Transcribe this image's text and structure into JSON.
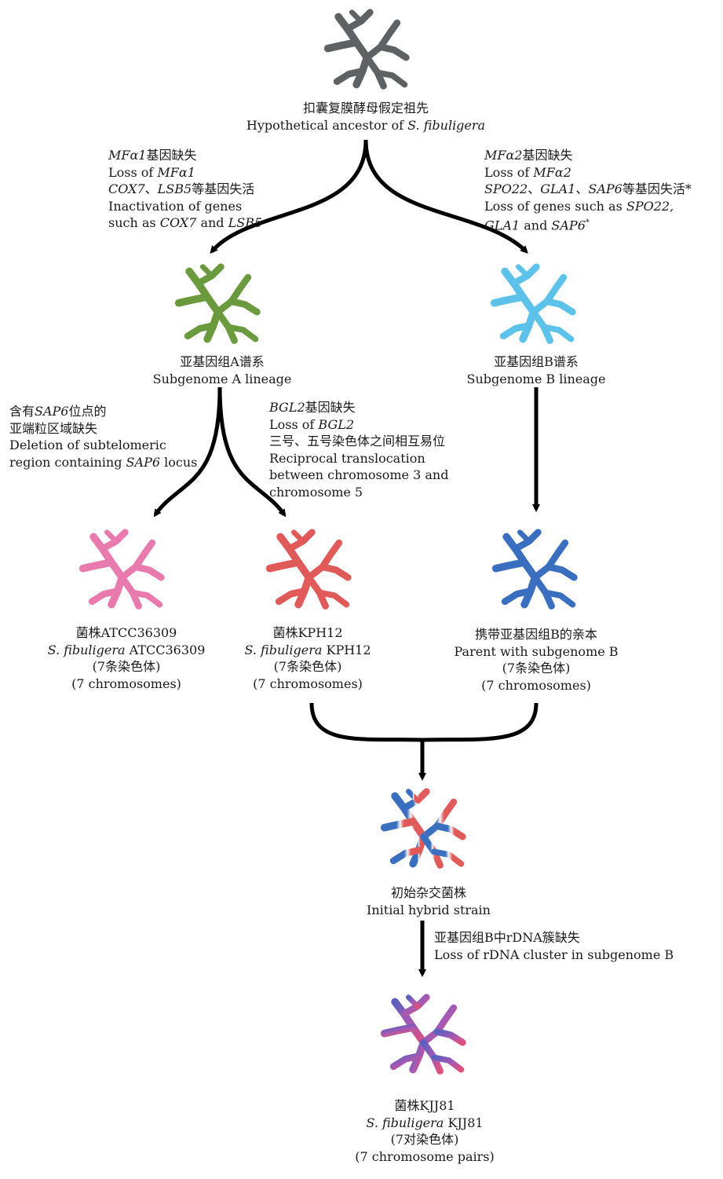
{
  "nodes": {
    "ancestor": {
      "zh": "扣囊复膜酵母假定祖先",
      "en_prefix": "Hypothetical ancestor of ",
      "en_italic": "S. fibuligera",
      "color": "#5f6264"
    },
    "sub_a": {
      "zh": "亚基因组A谱系",
      "en": "Subgenome A lineage",
      "color": "#6b9a3e"
    },
    "sub_b": {
      "zh": "亚基因组B谱系",
      "en": "Subgenome B lineage",
      "color": "#5cc2ea"
    },
    "atcc": {
      "zh": "菌株ATCC36309",
      "sci": "S. fibuligera",
      "strain": "ATCC36309",
      "chrom_zh": "(7条染色体)",
      "chrom_en": "(7 chromosomes)",
      "color": "#e87aae"
    },
    "kph12": {
      "zh": "菌株KPH12",
      "sci": "S. fibuligera",
      "strain": "KPH12",
      "chrom_zh": "(7条染色体)",
      "chrom_en": "(7 chromosomes)",
      "color": "#e05a5a"
    },
    "parent_b": {
      "zh": "携带亚基因组B的亲本",
      "en": "Parent with subgenome B",
      "chrom_zh": "(7条染色体)",
      "chrom_en": "(7 chromosomes)",
      "color": "#3a6fc0"
    },
    "hybrid": {
      "zh": "初始杂交菌株",
      "en": "Initial hybrid strain",
      "color_left": "#3a6fc0",
      "color_right": "#e05a5a"
    },
    "kjj81": {
      "zh": "菌株KJJ81",
      "sci": "S. fibuligera",
      "strain": "KJJ81",
      "chrom_zh": "(7对染色体)",
      "chrom_en": "(7 chromosome pairs)",
      "color_left": "#5a5fc0",
      "color_mid": "#a35ab5",
      "color_right": "#e0507a"
    }
  },
  "events": {
    "to_a": {
      "line1_it": "MFα1",
      "line1_zh": "基因缺失",
      "line2_pre": "Loss of ",
      "line2_it": "MFα1",
      "line3_it1": "COX7",
      "line3_sep": "、",
      "line3_it2": "LSB5",
      "line3_zh": "等基因失活",
      "line4": "Inactivation of genes",
      "line5_pre": "such as ",
      "line5_it1": "COX7",
      "line5_mid": " and ",
      "line5_it2": "LSB5"
    },
    "to_b": {
      "line1_it": "MFα2",
      "line1_zh": "基因缺失",
      "line2_pre": "Loss of ",
      "line2_it": "MFα2",
      "line3_it1": "SPO22",
      "line3_sep1": "、",
      "line3_it2": "GLA1",
      "line3_sep2": "、",
      "line3_it3": "SAP6",
      "line3_zh": "等基因失活*",
      "line4_pre": "Loss of genes such as ",
      "line4_it": "SPO22,",
      "line5_it1": "GLA1",
      "line5_mid": " and ",
      "line5_it2": "SAP6",
      "line5_sup": "*"
    },
    "to_atcc": {
      "line1_zh1": "含有",
      "line1_it": "SAP6",
      "line1_zh2": "位点的",
      "line2_zh": "亚端粒区域缺失",
      "line3": "Deletion of subtelomeric",
      "line4_pre": "region containing ",
      "line4_it": "SAP6",
      "line4_post": " locus"
    },
    "to_kph12": {
      "line1_it": "BGL2",
      "line1_zh": "基因缺失",
      "line2_pre": "Loss of ",
      "line2_it": "BGL2",
      "line3_zh": "三号、五号染色体之间相互易位",
      "line4": "Reciprocal translocation",
      "line5": "between chromosome 3 and",
      "line6": "chromosome 5"
    },
    "to_kjj81": {
      "line1_zh": "亚基因组B中rDNA簇缺失",
      "line2": "Loss of rDNA cluster in subgenome B"
    }
  }
}
